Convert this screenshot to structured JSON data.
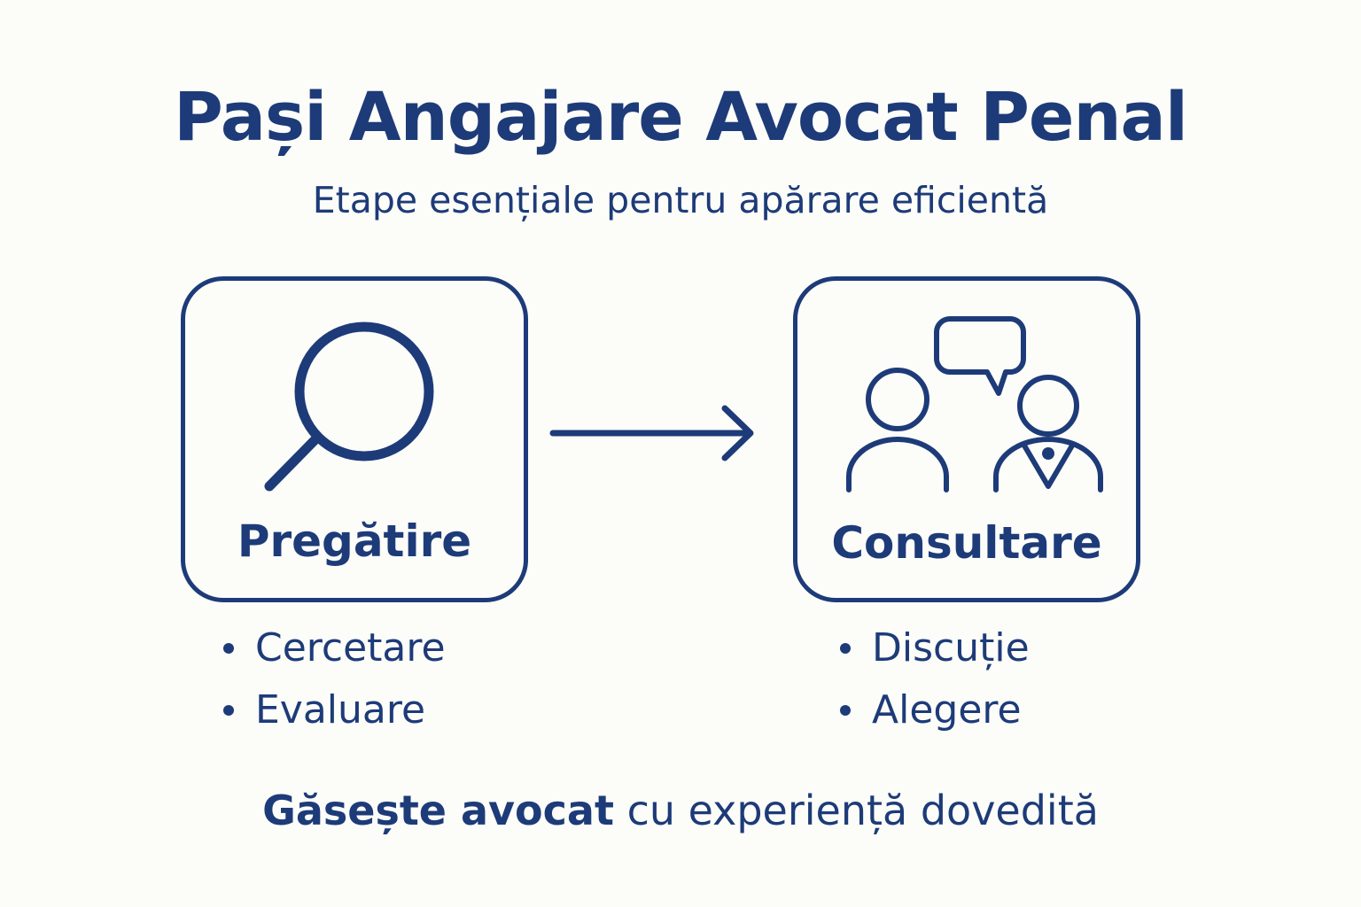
{
  "title": "Pași Angajare Avocat Penal",
  "subtitle": "Etape esențiale pentru apărare eficientă",
  "steps": [
    {
      "label": "Pregătire",
      "icon": "magnifying-glass-icon",
      "bullets": [
        "Cercetare",
        "Evaluare"
      ]
    },
    {
      "label": "Consultare",
      "icon": "people-conversation-icon",
      "bullets": [
        "Discuție",
        "Alegere"
      ]
    }
  ],
  "footer": {
    "bold": "Găsește avocat",
    "regular": " cu experiență dovedită"
  },
  "colors": {
    "primary": "#1d3b78",
    "background": "#fcfcf9"
  }
}
